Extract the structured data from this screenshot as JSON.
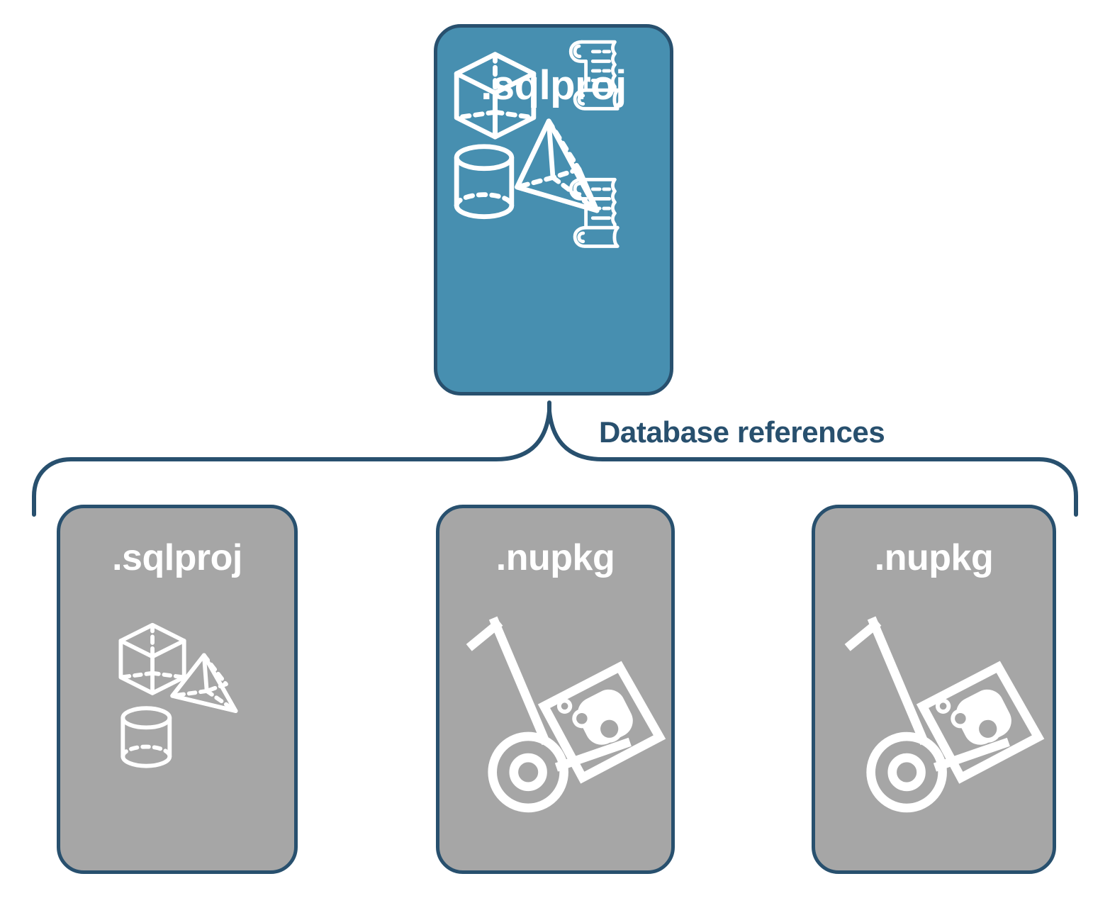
{
  "diagram": {
    "title_text": "Database references",
    "colors": {
      "accent_fill": "#478FB0",
      "muted_fill": "#A6A6A6",
      "stroke": "#28506E",
      "icon": "#FFFFFF",
      "background": "#FFFFFF"
    },
    "parent": {
      "label": ".sqlproj",
      "kind": "sqlproj",
      "fill": "accent",
      "icons": [
        "cube-icon",
        "pyramid-icon",
        "cylinder-icon",
        "scroll-icon",
        "scroll-icon"
      ]
    },
    "connector": {
      "label": "Database references",
      "style": "curly-bracket"
    },
    "children": [
      {
        "label": ".sqlproj",
        "kind": "sqlproj",
        "fill": "muted",
        "icons": [
          "cube-icon",
          "pyramid-icon",
          "cylinder-icon"
        ]
      },
      {
        "label": ".nupkg",
        "kind": "nupkg",
        "fill": "muted",
        "icons": [
          "hand-truck-icon",
          "nuget-package-icon"
        ]
      },
      {
        "label": ".nupkg",
        "kind": "nupkg",
        "fill": "muted",
        "icons": [
          "hand-truck-icon",
          "nuget-package-icon"
        ]
      }
    ]
  }
}
